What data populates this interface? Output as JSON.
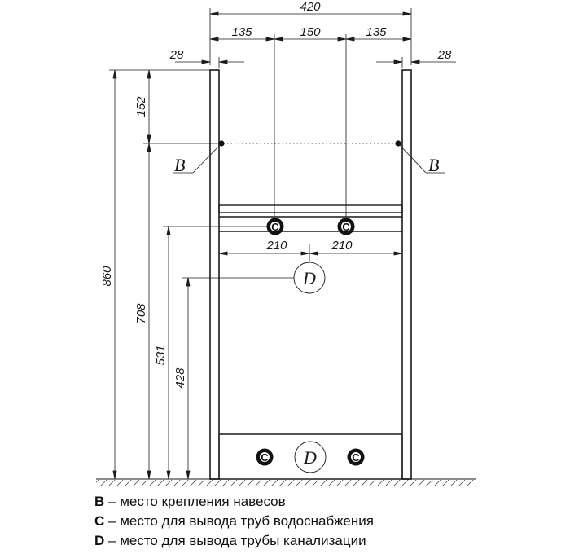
{
  "dimensions": {
    "width_total": "420",
    "width_left": "135",
    "width_mid": "150",
    "width_right": "135",
    "edge_left": "28",
    "edge_right": "28",
    "height_total": "860",
    "height_152": "152",
    "height_708": "708",
    "height_531": "531",
    "height_428": "428",
    "offset_left": "210",
    "offset_right": "210"
  },
  "markers": {
    "b": "B",
    "c": "C",
    "d": "D"
  },
  "legend": [
    {
      "key": "B",
      "sep": " – ",
      "text": "место крепления навесов"
    },
    {
      "key": "C",
      "sep": " – ",
      "text": "место для вывода труб водоснабжения"
    },
    {
      "key": "D",
      "sep": " – ",
      "text": "место для вывода трубы канализации"
    }
  ],
  "colors": {
    "line": "#1a1a1a",
    "marker_fill": "#111111"
  }
}
